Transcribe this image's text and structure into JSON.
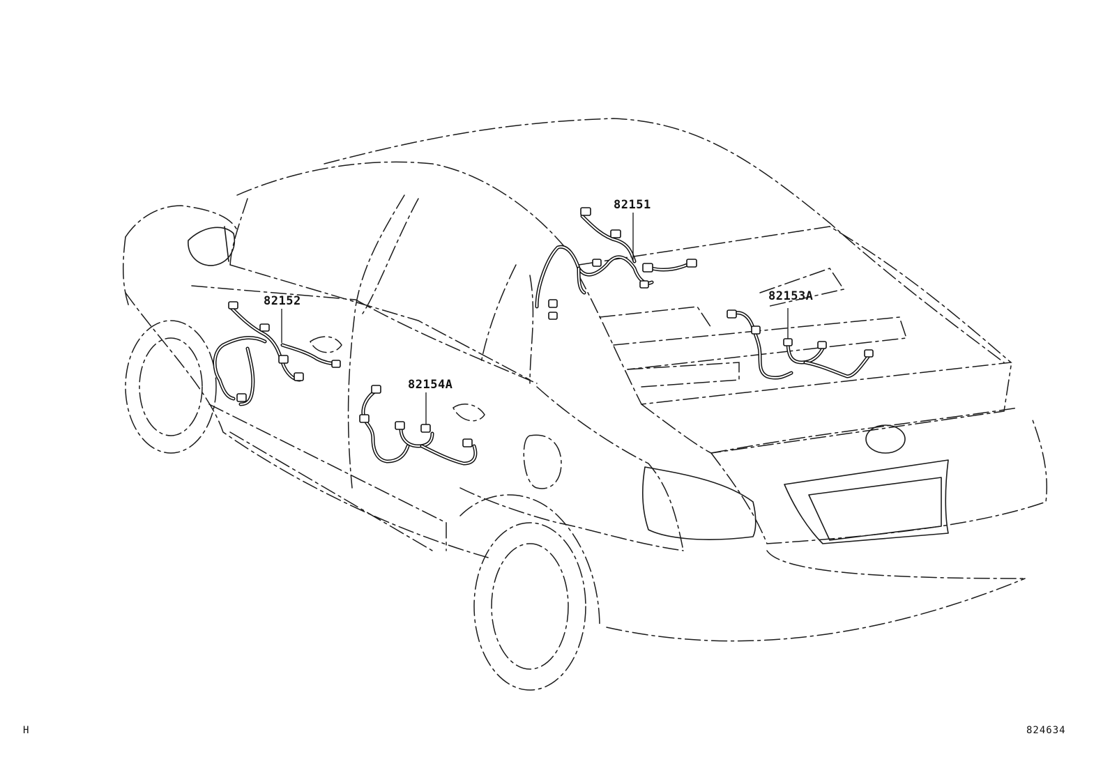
{
  "diagram": {
    "callouts": {
      "roof_harness": "82151",
      "front_door_harness": "82152",
      "luggage_room_harness": "82153A",
      "rear_door_harness": "82154A"
    },
    "corner_left": "H",
    "illustration_number": "824634"
  }
}
